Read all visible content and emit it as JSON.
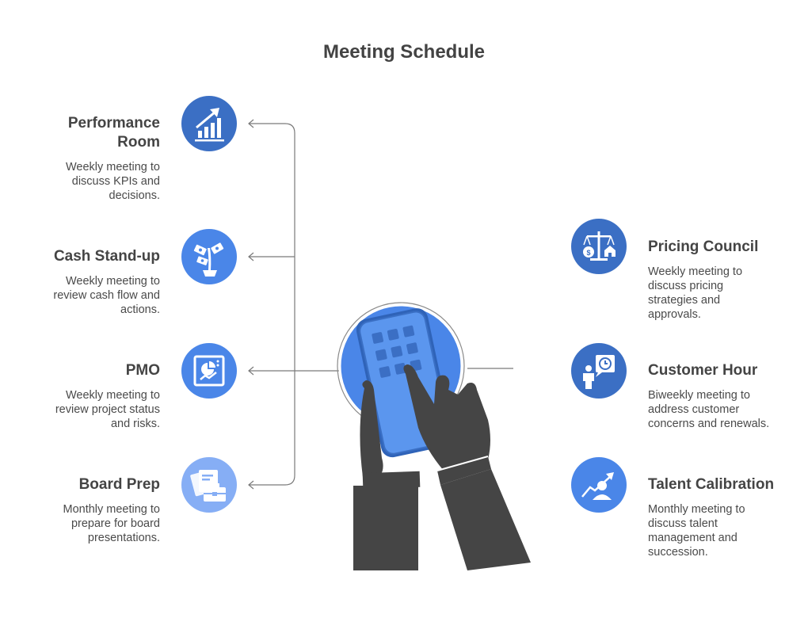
{
  "title": "Meeting Schedule",
  "colors": {
    "dark_blue": "#3b6fc4",
    "mid_blue": "#4a86e8",
    "light_blue": "#86aef5",
    "hand_dark": "#454545",
    "line_gray": "#7a7a7a"
  },
  "left_items": [
    {
      "name": "Performance\nRoom",
      "description": "Weekly meeting to\ndiscuss KPIs and\ndecisions.",
      "icon": "growth-chart-icon"
    },
    {
      "name": "Cash Stand-up",
      "description": "Weekly meeting to\nreview cash flow and\nactions.",
      "icon": "money-plant-icon"
    },
    {
      "name": "PMO",
      "description": "Weekly meeting to\nreview project status\nand risks.",
      "icon": "dashboard-icon"
    },
    {
      "name": "Board Prep",
      "description": "Monthly meeting to\nprepare for board\npresentations.",
      "icon": "briefcase-documents-icon"
    }
  ],
  "right_items": [
    {
      "name": "Pricing Council",
      "description": "Weekly meeting to\ndiscuss pricing\nstrategies and\napprovals.",
      "icon": "price-scale-icon"
    },
    {
      "name": "Customer Hour",
      "description": "Biweekly meeting to\naddress customer\nconcerns and renewals.",
      "icon": "customer-clock-icon"
    },
    {
      "name": "Talent Calibration",
      "description": "Monthly meeting to\ndiscuss talent\nmanagement and\nsuccession.",
      "icon": "talent-growth-icon"
    }
  ],
  "center_graphic": "hands-calculator-icon"
}
